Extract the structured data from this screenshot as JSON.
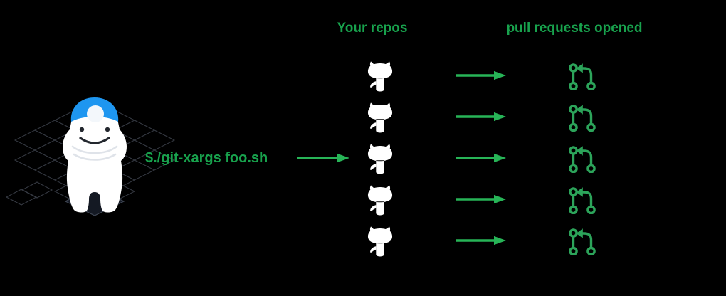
{
  "headers": {
    "repos": "Your repos",
    "pull_requests": "pull requests opened"
  },
  "command": {
    "text": "$./git-xargs foo.sh"
  },
  "flow": {
    "row_count": 5,
    "repo_icon": "github-octocat-icon",
    "result_icon": "git-pull-request-icon",
    "connector_icon": "right-arrow-icon"
  },
  "colors": {
    "background": "#000000",
    "green_text": "#18A24D",
    "green_arrow": "#27B457",
    "green_pr": "#2CA45A",
    "github_white": "#FFFFFF",
    "helmet_blue": "#1E96F0",
    "lamp_white": "#F3F7FB",
    "body_white": "#FFFFFF",
    "face_dark": "#23272E",
    "crease_gray": "#DFE3E9",
    "grid_line": "#6E7687",
    "tile_fill": "#141923",
    "tile_stroke": "#3F4654"
  }
}
